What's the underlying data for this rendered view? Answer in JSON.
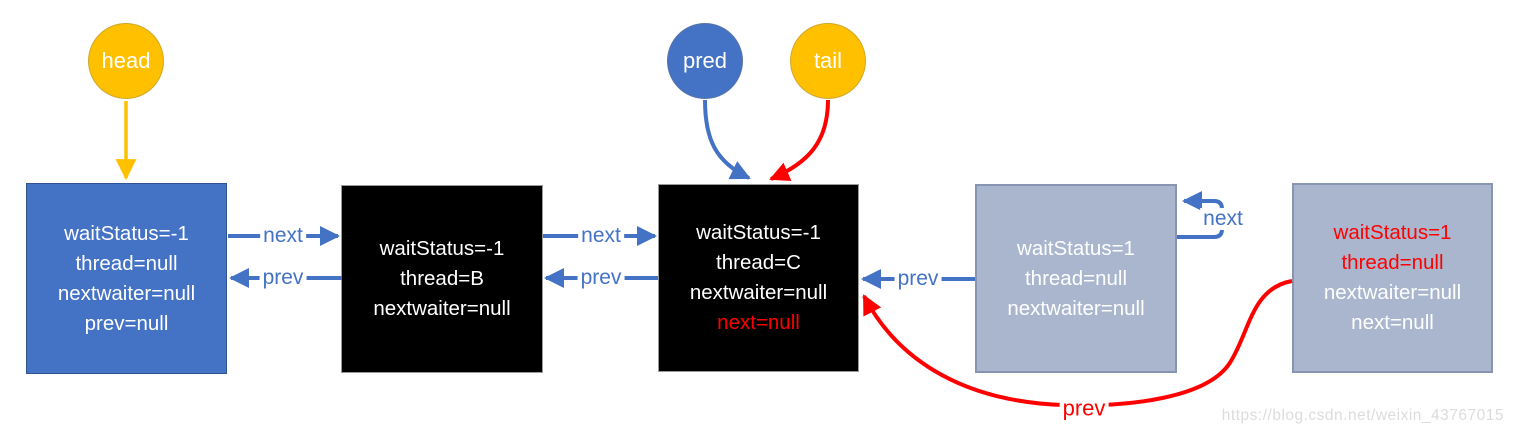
{
  "diagram_subject": "AQS CLH wait queue node linked list",
  "pointers": [
    {
      "label": "head",
      "color": "#FFC000"
    },
    {
      "label": "pred",
      "color": "#4472C4"
    },
    {
      "label": "tail",
      "color": "#FFC000"
    }
  ],
  "nodes": [
    {
      "variant": "blue",
      "fill": "#4472C4",
      "lines": [
        {
          "text": "waitStatus=-1",
          "color": "#FFFFFF"
        },
        {
          "text": "thread=null",
          "color": "#FFFFFF"
        },
        {
          "text": "nextwaiter=null",
          "color": "#FFFFFF"
        },
        {
          "text": "prev=null",
          "color": "#FFFFFF"
        }
      ]
    },
    {
      "variant": "black",
      "fill": "#000000",
      "lines": [
        {
          "text": "waitStatus=-1",
          "color": "#FFFFFF"
        },
        {
          "text": "thread=B",
          "color": "#FFFFFF"
        },
        {
          "text": "nextwaiter=null",
          "color": "#FFFFFF"
        }
      ]
    },
    {
      "variant": "black",
      "fill": "#000000",
      "lines": [
        {
          "text": "waitStatus=-1",
          "color": "#FFFFFF"
        },
        {
          "text": "thread=C",
          "color": "#FFFFFF"
        },
        {
          "text": "nextwaiter=null",
          "color": "#FFFFFF"
        },
        {
          "text": "next=null",
          "color": "#FF0000"
        }
      ]
    },
    {
      "variant": "gray",
      "fill": "#A9B6CE",
      "lines": [
        {
          "text": "waitStatus=1",
          "color": "#FFFFFF"
        },
        {
          "text": "thread=null",
          "color": "#FFFFFF"
        },
        {
          "text": "nextwaiter=null",
          "color": "#FFFFFF"
        }
      ]
    },
    {
      "variant": "gray",
      "fill": "#A9B6CE",
      "lines": [
        {
          "text": "waitStatus=1",
          "color": "#FF0000"
        },
        {
          "text": "thread=null",
          "color": "#FF0000"
        },
        {
          "text": "nextwaiter=null",
          "color": "#FFFFFF"
        },
        {
          "text": "next=null",
          "color": "#FFFFFF"
        }
      ]
    }
  ],
  "edge_labels": [
    {
      "text": "next",
      "color": "#4472C4"
    },
    {
      "text": "prev",
      "color": "#4472C4"
    },
    {
      "text": "next",
      "color": "#4472C4"
    },
    {
      "text": "prev",
      "color": "#4472C4"
    },
    {
      "text": "prev",
      "color": "#4472C4"
    },
    {
      "text": "next",
      "color": "#4472C4"
    },
    {
      "text": "prev",
      "color": "#FF0000"
    }
  ],
  "colors": {
    "arrow_blue": "#4472C4",
    "arrow_red": "#FF0000",
    "arrow_yellow": "#FFC000"
  },
  "watermark": "https://blog.csdn.net/weixin_43767015"
}
